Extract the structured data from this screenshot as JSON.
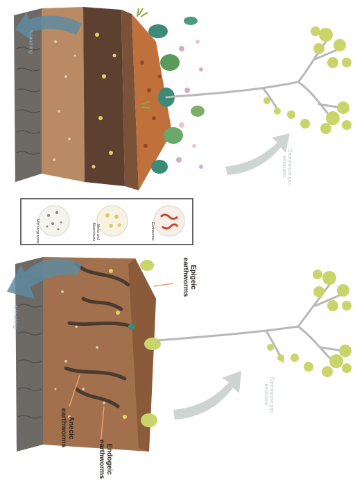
{
  "labels": {
    "n_leaching_top": "N-leaching",
    "n_leaching_bottom": "N-leaching",
    "ghg_top": "Greenhouse gas\nemissions",
    "ghg_bottom": "Greenhouse gas\nemissions",
    "anecic": "Anecic\nearthworms",
    "endogeic": "Endogeic\nearthworms",
    "epigeic": "Epigeic\nearthworms"
  },
  "legend": {
    "microorganisms": "Microorganisms",
    "meso_macrofauna": "Meso and\nMacrofauna",
    "earthworms": "Earthworms"
  },
  "colors": {
    "leach_arrow": "#5f8aa0",
    "ghg_arrow": "#c9cfcc",
    "soil_top": "#9a6a48",
    "soil_mid": "#6b4a33",
    "soil_deep": "#b98a64",
    "litter": "#c0703a",
    "worm": "#6a4b3a",
    "leaf": "#c9d56a",
    "label_line": "#e6a074"
  }
}
